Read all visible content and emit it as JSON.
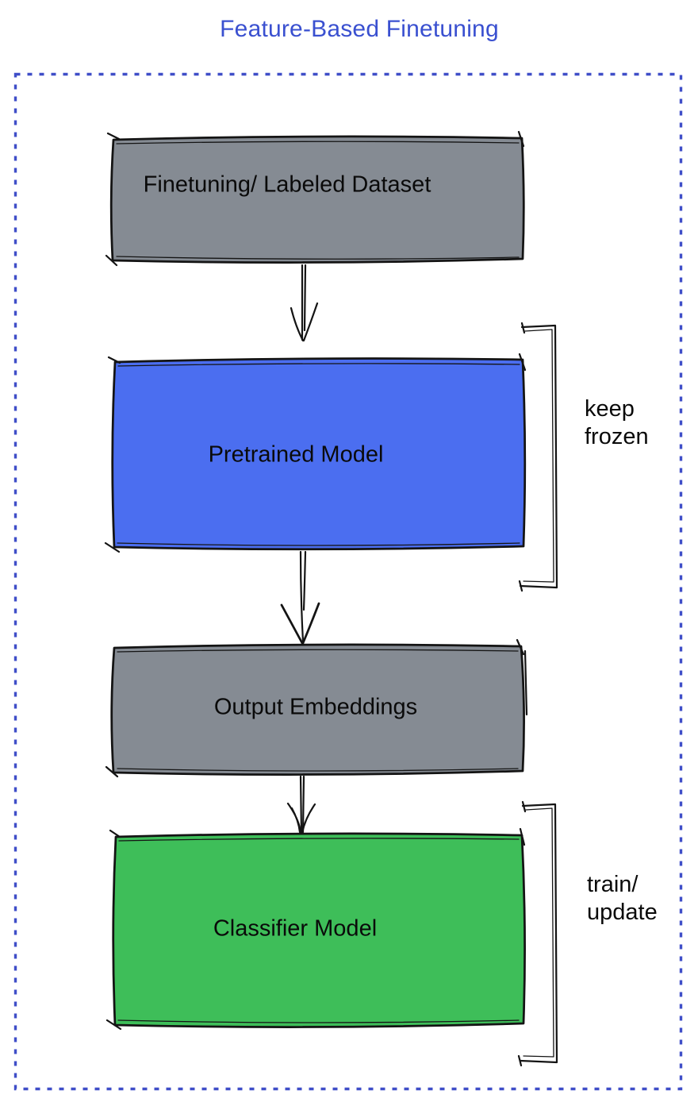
{
  "title": "Feature-Based Finetuning",
  "colors": {
    "bg": "#FFFFFF",
    "title": "#3A50D0",
    "frame": "#3F4EC8",
    "ink": "#141414",
    "label": "#0A0A0A",
    "gray": "#858B93",
    "blue": "#4B6EF0",
    "green": "#3EBE59"
  },
  "diagram": {
    "nodes": [
      {
        "id": "dataset",
        "label": "Finetuning/ Labeled Dataset",
        "color_key": "gray"
      },
      {
        "id": "pretrained",
        "label": "Pretrained Model",
        "color_key": "blue"
      },
      {
        "id": "embeddings",
        "label": "Output Embeddings",
        "color_key": "gray"
      },
      {
        "id": "classifier",
        "label": "Classifier Model",
        "color_key": "green"
      }
    ],
    "edges": [
      {
        "from": "dataset",
        "to": "pretrained"
      },
      {
        "from": "pretrained",
        "to": "embeddings"
      },
      {
        "from": "embeddings",
        "to": "classifier"
      }
    ],
    "annotations": [
      {
        "id": "keep-frozen",
        "target": "pretrained",
        "lines": [
          "keep",
          "frozen"
        ]
      },
      {
        "id": "train-update",
        "target": "classifier",
        "lines": [
          "train/",
          "update"
        ]
      }
    ]
  }
}
